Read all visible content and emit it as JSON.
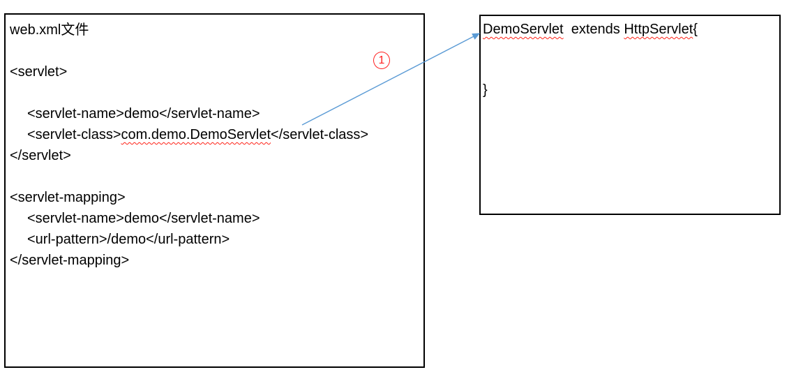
{
  "diagram": {
    "left_box": {
      "title": "web.xml文件",
      "lines": [
        {
          "segments": [
            {
              "text": "web.xml文件",
              "wavy": false
            }
          ]
        },
        {
          "segments": []
        },
        {
          "segments": [
            {
              "text": "<servlet>",
              "wavy": false
            }
          ]
        },
        {
          "segments": []
        },
        {
          "indent": true,
          "segments": [
            {
              "text": "<servlet-name>demo</servlet-name>",
              "wavy": false
            }
          ]
        },
        {
          "indent": true,
          "segments": [
            {
              "text": "<servlet-class>",
              "wavy": false
            },
            {
              "text": "com.demo.DemoServlet",
              "wavy": true
            },
            {
              "text": "</servlet-class>",
              "wavy": false
            }
          ]
        },
        {
          "segments": [
            {
              "text": "</servlet>",
              "wavy": false
            }
          ]
        },
        {
          "segments": []
        },
        {
          "segments": [
            {
              "text": "<servlet-mapping>",
              "wavy": false
            }
          ]
        },
        {
          "indent": true,
          "segments": [
            {
              "text": "<servlet-name>demo</servlet-name>",
              "wavy": false
            }
          ]
        },
        {
          "indent": true,
          "segments": [
            {
              "text": "<url-pattern>/demo</url-pattern>",
              "wavy": false
            }
          ]
        },
        {
          "segments": [
            {
              "text": "</servlet-mapping>",
              "wavy": false
            }
          ]
        }
      ]
    },
    "right_box": {
      "lines": [
        {
          "segments": [
            {
              "text": "DemoServlet",
              "wavy": true
            },
            {
              "text": "  extends ",
              "wavy": false
            },
            {
              "text": "HttpServlet",
              "wavy": true
            },
            {
              "text": "{",
              "wavy": false
            }
          ]
        },
        {
          "segments": []
        },
        {
          "segments": []
        },
        {
          "segments": [
            {
              "text": "}",
              "wavy": false
            }
          ]
        }
      ]
    },
    "connector": {
      "label": "1",
      "color": "#5b9bd5"
    },
    "colors": {
      "background": "#ffffff",
      "box_border": "#000000",
      "text": "#000000",
      "spellcheck_underline": "#ff2116",
      "annotation_red": "#ff1f1f",
      "arrow_blue": "#5b9bd5"
    }
  }
}
